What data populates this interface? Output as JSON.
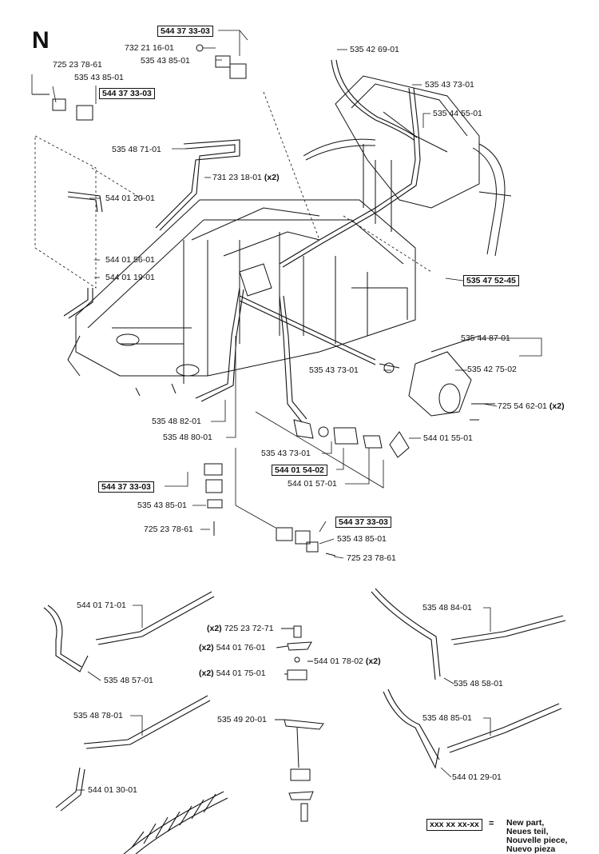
{
  "section": "N",
  "qty_mark": "(x2)",
  "parts": {
    "p544373303_a": "544 37 33-03",
    "p732211601": "732 21 16-01",
    "p535438501_a": "535 43 85-01",
    "p725237861_a": "725 23 78-61",
    "p535438501_b": "535 43 85-01",
    "p544373303_b": "544 37 33-03",
    "p535487101": "535 48 71-01",
    "p731231801": "731 23 18-01",
    "p544012001": "544 01 20-01",
    "p544015601": "544 01 56-01",
    "p544011901": "544 01 19-01",
    "p535426901": "535 42 69-01",
    "p535437301_a": "535 43 73-01",
    "p535445501": "535 44 55-01",
    "p535475245": "535 47 52-45",
    "p535448701": "535 44 87-01",
    "p535437301_b": "535 43 73-01",
    "p535427502": "535 42 75-02",
    "p725546201": "725 54 62-01",
    "p535488201": "535 48 82-01",
    "p544015501": "544 01 55-01",
    "p535488001": "535 48 80-01",
    "p535437301_c": "535 43 73-01",
    "p544015402": "544 01 54-02",
    "p544015701": "544 01 57-01",
    "p544373303_c": "544 37 33-03",
    "p535438501_c": "535 43 85-01",
    "p725237861_b": "725 23 78-61",
    "p544373303_d": "544 37 33-03",
    "p535438501_d": "535 43 85-01",
    "p725237861_c": "725 23 78-61",
    "p544017101": "544 01 71-01",
    "p535485701": "535 48 57-01",
    "p725237271": "725 23 72-71",
    "p544017601": "544 01 76-01",
    "p544017802": "544 01 78-02",
    "p544017501": "544 01 75-01",
    "p535492001": "535 49 20-01",
    "p535488401": "535 48 84-01",
    "p535485801": "535 48 58-01",
    "p535487801": "535 48 78-01",
    "p544013001": "544 01 30-01",
    "p535488501": "535 48 85-01",
    "p544012901": "544 01 29-01"
  },
  "legend": {
    "code": "xxx xx xx-xx",
    "equals": "=",
    "line1": "New part,",
    "line2": "Neues teil,",
    "line3": "Nouvelle piece,",
    "line4": "Nuevo pieza"
  },
  "colors": {
    "ink": "#111111",
    "paper": "#ffffff"
  }
}
